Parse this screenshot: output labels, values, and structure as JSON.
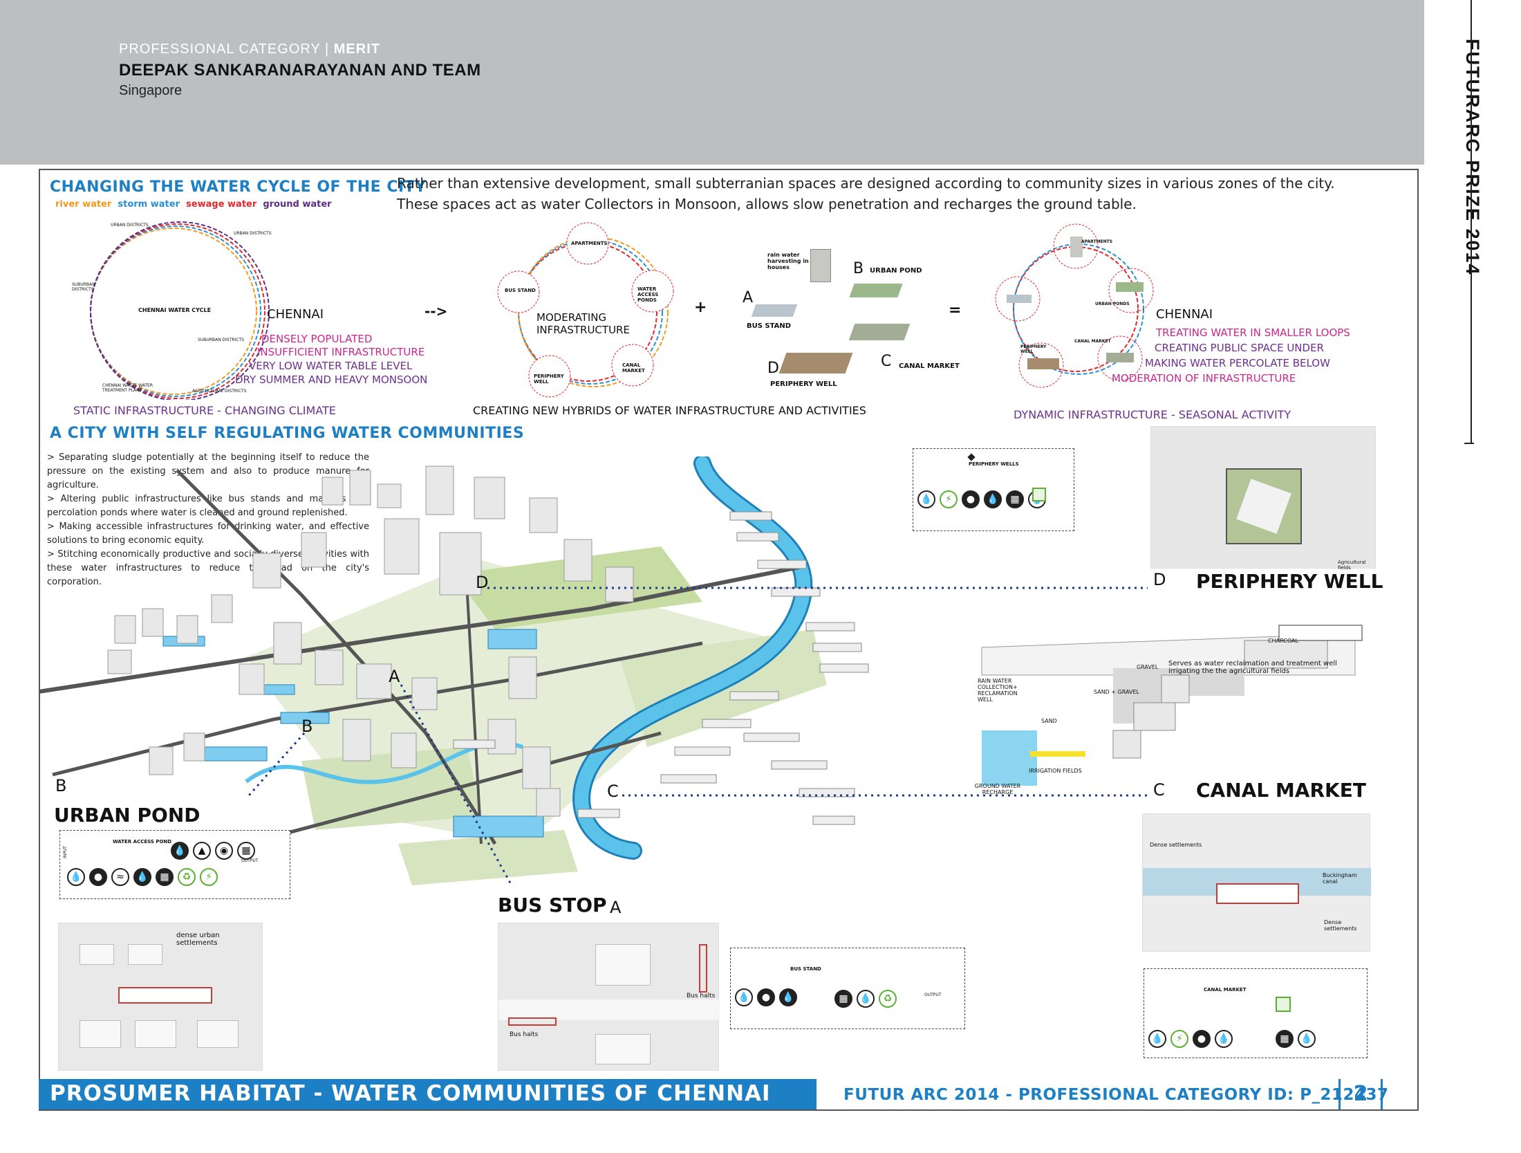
{
  "header": {
    "category_prefix": "PROFESSIONAL CATEGORY | ",
    "category_award": "MERIT",
    "team": "DEEPAK SANKARANARAYANAN AND TEAM",
    "location": "Singapore",
    "vertical_title": "FUTURARC PRIZE 2014"
  },
  "section1": {
    "title": "CHANGING THE WATER CYCLE OF THE CITY",
    "legend": [
      {
        "label": "river water",
        "color": "#f29a1d"
      },
      {
        "label": "storm water",
        "color": "#2a8fd4"
      },
      {
        "label": "sewage water",
        "color": "#e3262c"
      },
      {
        "label": "ground water",
        "color": "#5b2d86"
      }
    ],
    "intro": "Rather than extensive development, small subterranian spaces are designed according to community sizes in various zones of the city. These spaces act as water Collectors in Monsoon, allows slow penetration and recharges the ground table.",
    "cycle1": {
      "center": "CHENNAI WATER CYCLE",
      "labels": [
        "URBAN DISTRICTS",
        "URBAN DISTRICTS",
        "SUBURBAN DISTRICTS",
        "SUBURBAN DISTRICTS",
        "CHENNAI WASTE WATER TREATMENT PLANT",
        "AGRICULTURAL DISTRICTS"
      ],
      "city": "CHENNAI",
      "issues": [
        "DENSELY POPULATED",
        "INSUFFICIENT INFRASTRUCTURE",
        "VERY LOW WATER TABLE LEVEL",
        "DRY SUMMER AND HEAVY MONSOON"
      ],
      "caption": "STATIC INFRASTRUCTURE - CHANGING CLIMATE"
    },
    "arrow": "-->",
    "cycle2": {
      "center": "MODERATING INFRASTRUCTURE",
      "nodes": [
        "APARTMENTS",
        "WATER ACCESS PONDS",
        "CANAL MARKET",
        "PERIPHERY WELL",
        "BUS STAND"
      ]
    },
    "plus": "+",
    "hybrid": {
      "rain": "rain water harvesting in houses",
      "A": "A",
      "A_label": "BUS STAND",
      "B": "B",
      "B_label": "URBAN POND",
      "C": "C",
      "C_label": "CANAL MARKET",
      "D": "D",
      "D_label": "PERIPHERY WELL",
      "caption": "CREATING NEW HYBRIDS OF WATER INFRASTRUCTURE AND ACTIVITIES"
    },
    "equals": "=",
    "cycle3": {
      "nodes": [
        "APARTMENTS",
        "URBAN PONDS",
        "CANAL MARKET",
        "PERIPHERY WELL"
      ],
      "city": "CHENNAI",
      "benefits": [
        "TREATING WATER IN SMALLER LOOPS",
        "CREATING PUBLIC SPACE UNDER",
        "MAKING WATER PERCOLATE BELOW",
        "MODERATION OF INFRASTRUCTURE"
      ],
      "caption": "DYNAMIC INFRASTRUCTURE - SEASONAL ACTIVITY"
    }
  },
  "section2": {
    "title": "A CITY WITH SELF REGULATING WATER COMMUNITIES",
    "bullets": [
      "> Separating sludge potentially at the beginning itself to reduce the pressure on the existing system and also to produce manure for agriculture.",
      "> Altering public infrastructures like bus stands and markets into percolation ponds where water is cleaned and ground replenished.",
      "> Making accessible infrastructures for drinking water, and effective solutions to bring economic equity.",
      "> Stitching economically productive and socially diverse activities with these water infrastructures to reduce the load on the city's corporation."
    ],
    "map_labels": {
      "A": "A",
      "B": "B",
      "C": "C",
      "D": "D"
    }
  },
  "periphery": {
    "letter": "D",
    "title": "PERIPHERY WELL",
    "diagram_label": "PERIPHERY WELLS",
    "plan_label": "Agricultural fields",
    "section_labels": [
      "CHARCOAL",
      "GRAVEL",
      "SAND + GRAVEL",
      "SAND",
      "RAIN WATER COLLECTION+ RECLAMATION WELL",
      "GROUND WATER RECHARGE",
      "IRRIGATION FIELDS"
    ],
    "note": "Serves as water reclaimation and treatment well irrigating the the agricultural fields"
  },
  "urban_pond": {
    "letter": "B",
    "title": "URBAN POND",
    "diagram_label": "WATER ACCESS POND",
    "plan_label": "dense urban settlements"
  },
  "bus_stop": {
    "title": "BUS STOP",
    "letter": "A",
    "diagram_label": "BUS STAND",
    "plan_labels": [
      "Bus halts",
      "Bus halts"
    ]
  },
  "canal_market": {
    "letter": "C",
    "title": "CANAL MARKET",
    "diagram_label": "CANAL MARKET",
    "plan_labels": [
      "Dense settlements",
      "Buckingham canal",
      "Dense settlements"
    ]
  },
  "io": {
    "input": "INPUT",
    "output": "OUTPUT"
  },
  "footer": {
    "title": "PROSUMER HABITAT - WATER COMMUNITIES OF CHENNAI",
    "id": "FUTUR ARC 2014 - PROFESSIONAL CATEGORY ID:  P_212437",
    "page": "2"
  },
  "colors": {
    "accent": "#1d7fc4",
    "header_bg": "#bdbec0",
    "purple": "#6d2f8e",
    "pink": "#c8278f",
    "green": "#5ab031",
    "river": "#5bc3ea"
  }
}
